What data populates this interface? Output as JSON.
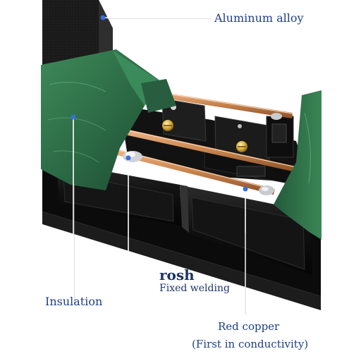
{
  "labels": {
    "aluminum": "Aluminum alloy",
    "insulation": "Insulation",
    "rosh": "rosh",
    "fixed_welding": "Fixed welding",
    "red_copper": "Red copper",
    "first_conductivity": "(First in conductivity)"
  },
  "colors": {
    "label_text": "#1f3f86",
    "callout_line": "#ffffff",
    "callout_dot": "#3a6fd8",
    "insulation_tape": "#2c6a45",
    "aluminum_housing": "#141414",
    "copper_bus": "#c9844e"
  }
}
